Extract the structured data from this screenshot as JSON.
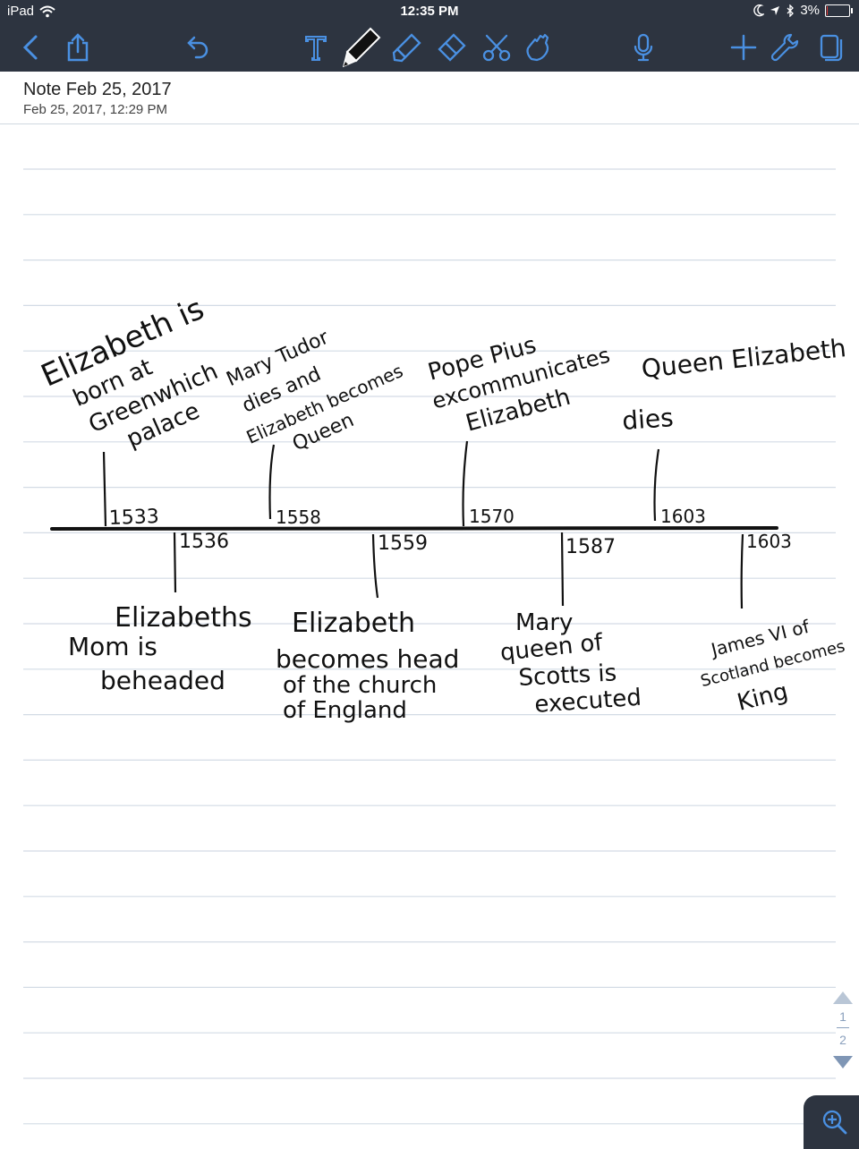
{
  "status_bar": {
    "device": "iPad",
    "time": "12:35 PM",
    "battery": "3%",
    "battery_level": 0.03,
    "battery_color": "#e53935"
  },
  "toolbar": {
    "background": "#2d3440",
    "accent": "#4a90e2",
    "tools": [
      {
        "id": "back",
        "icon": "chevron-left-icon"
      },
      {
        "id": "share",
        "icon": "share-icon"
      },
      {
        "id": "undo",
        "icon": "undo-icon"
      },
      {
        "id": "text",
        "icon": "text-tool-icon"
      },
      {
        "id": "pen",
        "icon": "pen-icon",
        "active": true
      },
      {
        "id": "highlighter",
        "icon": "highlighter-icon"
      },
      {
        "id": "eraser",
        "icon": "eraser-icon"
      },
      {
        "id": "scissors",
        "icon": "scissors-icon"
      },
      {
        "id": "hand",
        "icon": "hand-icon"
      },
      {
        "id": "microphone",
        "icon": "microphone-icon"
      },
      {
        "id": "add",
        "icon": "plus-icon"
      },
      {
        "id": "settings",
        "icon": "wrench-icon"
      },
      {
        "id": "pages",
        "icon": "pages-icon"
      }
    ]
  },
  "note": {
    "title": "Note Feb 25, 2017",
    "date": "Feb 25, 2017, 12:29 PM"
  },
  "handwriting": {
    "above": [
      {
        "year": "1533",
        "lines": [
          "Elizabeth is",
          "born at",
          "Greenwhich",
          "palace"
        ]
      },
      {
        "year": "1558",
        "lines": [
          "Mary Tudor",
          "dies and",
          "Elizabeth becomes",
          "Queen"
        ]
      },
      {
        "year": "1570",
        "lines": [
          "Pope Pius",
          "excommunicates",
          "Elizabeth"
        ]
      },
      {
        "year": "1603",
        "lines": [
          "Queen Elizabeth",
          "dies"
        ]
      }
    ],
    "below": [
      {
        "year": "1536",
        "lines": [
          "Elizabeths",
          "Mom is",
          "beheaded"
        ]
      },
      {
        "year": "1559",
        "lines": [
          "Elizabeth",
          "becomes head",
          "of the church",
          "of England"
        ]
      },
      {
        "year": "1587",
        "lines": [
          "Mary",
          "queen of",
          "Scotts is",
          "executed"
        ]
      },
      {
        "year": "1603",
        "lines": [
          "James VI of",
          "Scotland becomes",
          "King"
        ]
      }
    ]
  },
  "page_nav": {
    "current": "1",
    "total": "2"
  },
  "zoom": {
    "icon": "zoom-in-icon"
  }
}
